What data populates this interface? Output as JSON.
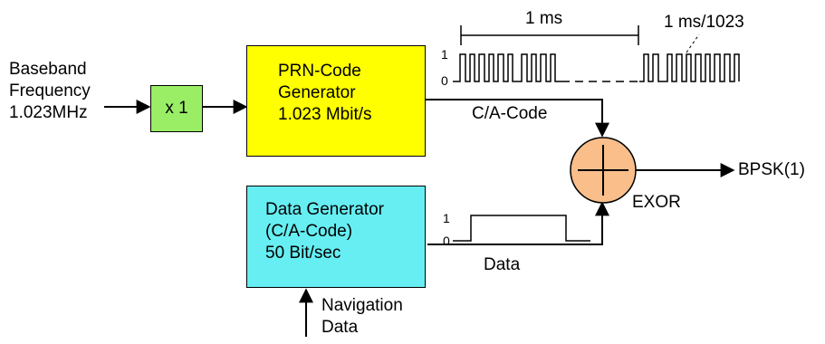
{
  "input": {
    "lines": [
      "Baseband",
      "Frequency",
      "1.023MHz"
    ]
  },
  "multiplier": {
    "label": "x 1",
    "color": "#99ee66"
  },
  "prn_generator": {
    "lines": [
      "PRN-Code",
      "Generator",
      "1.023 Mbit/s"
    ],
    "color": "#ffff00"
  },
  "data_generator": {
    "lines": [
      "Data Generator",
      "(C/A-Code)",
      "50 Bit/sec"
    ],
    "color": "#66eef2"
  },
  "ca_code": {
    "label": "C/A-Code",
    "period_label": "1 ms",
    "chip_label": "1 ms/1023",
    "level_high": "1",
    "level_low": "0"
  },
  "data_signal": {
    "label": "Data",
    "level_high": "1",
    "level_low": "0"
  },
  "exor": {
    "label": "EXOR",
    "color": "#f9be8a"
  },
  "output": {
    "label": "BPSK(1)"
  },
  "navigation": {
    "lines": [
      "Navigation",
      "Data"
    ]
  }
}
